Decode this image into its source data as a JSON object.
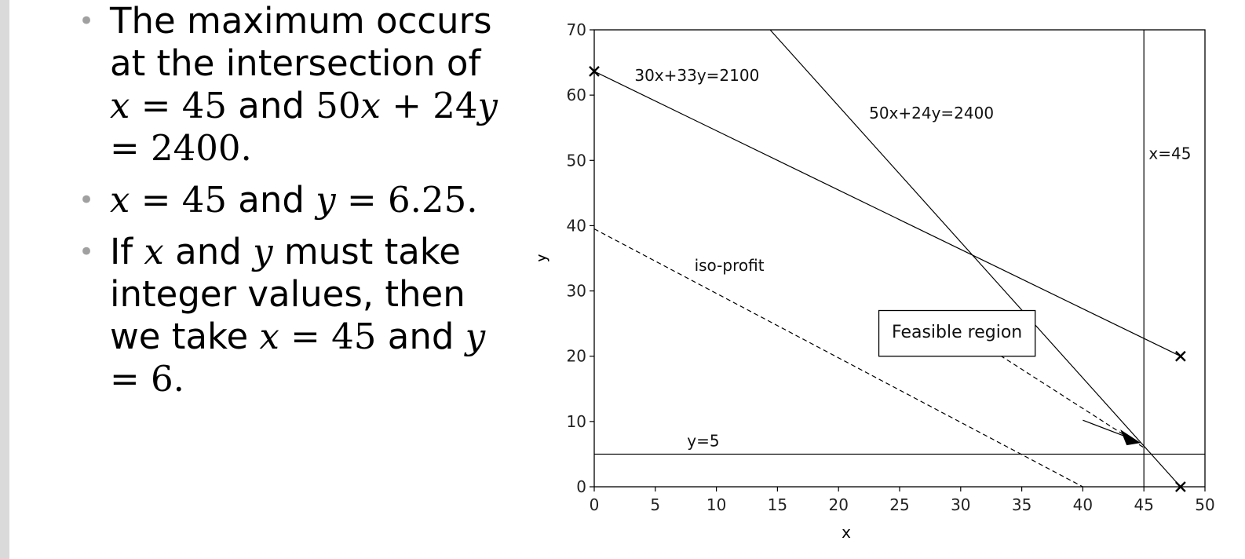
{
  "bullets": [
    {
      "parts": [
        {
          "t": "The maximum occurs at the intersection of ",
          "c": "txt"
        },
        {
          "t": "x",
          "c": "mi"
        },
        {
          "t": " = 45",
          "c": "mn"
        },
        {
          "t": " and ",
          "c": "txt"
        },
        {
          "t": "50",
          "c": "mn"
        },
        {
          "t": "x",
          "c": "mi"
        },
        {
          "t": " + 24",
          "c": "mn"
        },
        {
          "t": "y",
          "c": "mi"
        },
        {
          "t": " = 2400.",
          "c": "mn"
        }
      ]
    },
    {
      "parts": [
        {
          "t": "x",
          "c": "mi"
        },
        {
          "t": " = 45",
          "c": "mn"
        },
        {
          "t": " and ",
          "c": "txt"
        },
        {
          "t": "y",
          "c": "mi"
        },
        {
          "t": " = 6.25.",
          "c": "mn"
        }
      ]
    },
    {
      "parts": [
        {
          "t": "If ",
          "c": "txt"
        },
        {
          "t": "x",
          "c": "mi"
        },
        {
          "t": " and ",
          "c": "txt"
        },
        {
          "t": "y",
          "c": "mi"
        },
        {
          "t": " must take integer values, then we take ",
          "c": "txt"
        },
        {
          "t": "x",
          "c": "mi"
        },
        {
          "t": " = 45",
          "c": "mn"
        },
        {
          "t": " and ",
          "c": "txt"
        },
        {
          "t": "y",
          "c": "mi"
        },
        {
          "t": " = 6.",
          "c": "mn"
        }
      ]
    }
  ],
  "chart_data": {
    "type": "line",
    "xlabel": "x",
    "ylabel": "y",
    "xlim": [
      0,
      50
    ],
    "ylim": [
      0,
      70
    ],
    "xticks": [
      0,
      5,
      10,
      15,
      20,
      25,
      30,
      35,
      40,
      45,
      50
    ],
    "yticks": [
      0,
      10,
      20,
      30,
      40,
      50,
      60,
      70
    ],
    "series": [
      {
        "name": "30x+33y=2100",
        "style": "solid",
        "points": [
          [
            0,
            63.64
          ],
          [
            48,
            20
          ]
        ]
      },
      {
        "name": "50x+24y=2400",
        "style": "solid",
        "points": [
          [
            14.4,
            70
          ],
          [
            48,
            0
          ]
        ]
      },
      {
        "name": "x=45",
        "style": "solid",
        "points": [
          [
            45,
            0
          ],
          [
            45,
            70
          ]
        ]
      },
      {
        "name": "y=5",
        "style": "solid",
        "points": [
          [
            0,
            5
          ],
          [
            50,
            5
          ]
        ]
      },
      {
        "name": "iso-profit",
        "style": "dashed",
        "points": [
          [
            0,
            39.5
          ],
          [
            40,
            0
          ]
        ]
      },
      {
        "name": "",
        "style": "dashed",
        "points": [
          [
            30,
            24
          ],
          [
            45,
            6
          ]
        ]
      }
    ],
    "markers": [
      [
        0,
        63.64
      ],
      [
        48,
        20
      ],
      [
        48,
        0
      ]
    ],
    "arrow": {
      "from": [
        40,
        10.2
      ],
      "to": [
        45,
        6
      ]
    },
    "annotations": [
      "Feasible region"
    ]
  }
}
